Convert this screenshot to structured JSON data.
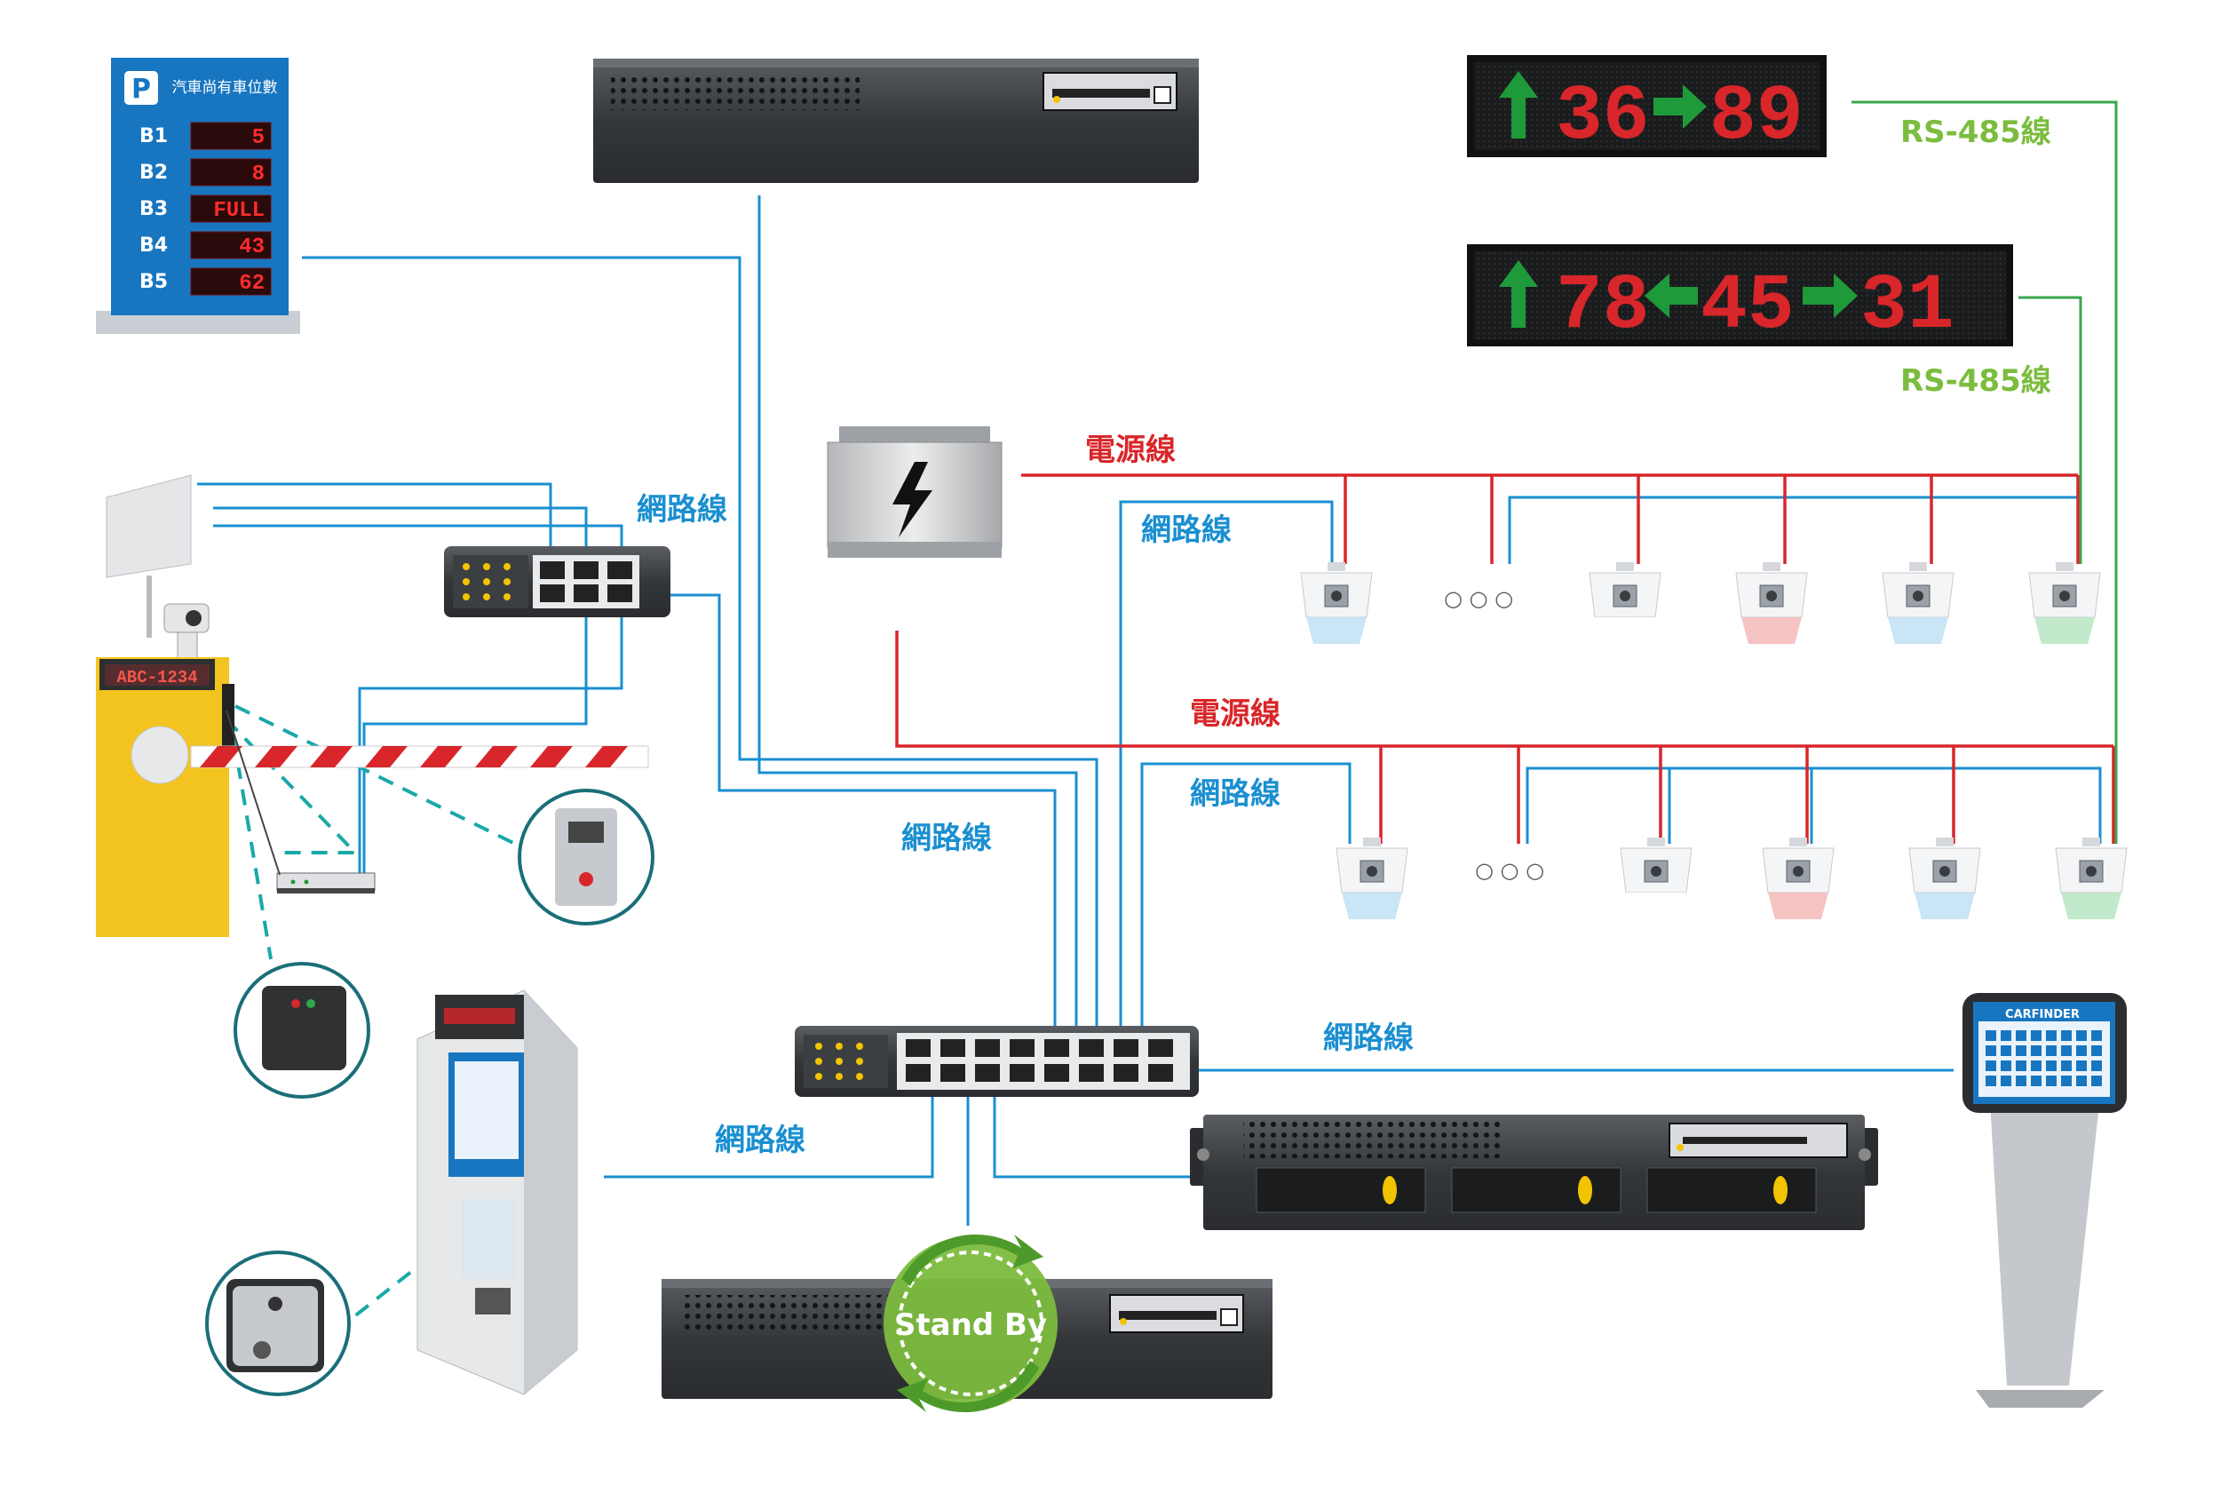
{
  "parking_board": {
    "title": "汽車尚有車位數",
    "logo": "P",
    "rows": [
      {
        "floor": "B1",
        "value": "5"
      },
      {
        "floor": "B2",
        "value": "8"
      },
      {
        "floor": "B3",
        "value": "FULL"
      },
      {
        "floor": "B4",
        "value": "43"
      },
      {
        "floor": "B5",
        "value": "62"
      }
    ]
  },
  "sign_top": {
    "part1": "36",
    "part2": "89"
  },
  "sign_mid": {
    "part1": "78",
    "part2": "45",
    "part3": "31"
  },
  "gate": {
    "plate": "ABC-1234"
  },
  "labels": {
    "network": "網路線",
    "power": "電源線",
    "rs485": "RS-485線",
    "dots": "○ ○ ○"
  },
  "standby": "Stand By",
  "kiosk_brand": "CARFINDER",
  "colors": {
    "network": "#1a8fd0",
    "power": "#d8262a",
    "rs485": "#3aa64c"
  }
}
